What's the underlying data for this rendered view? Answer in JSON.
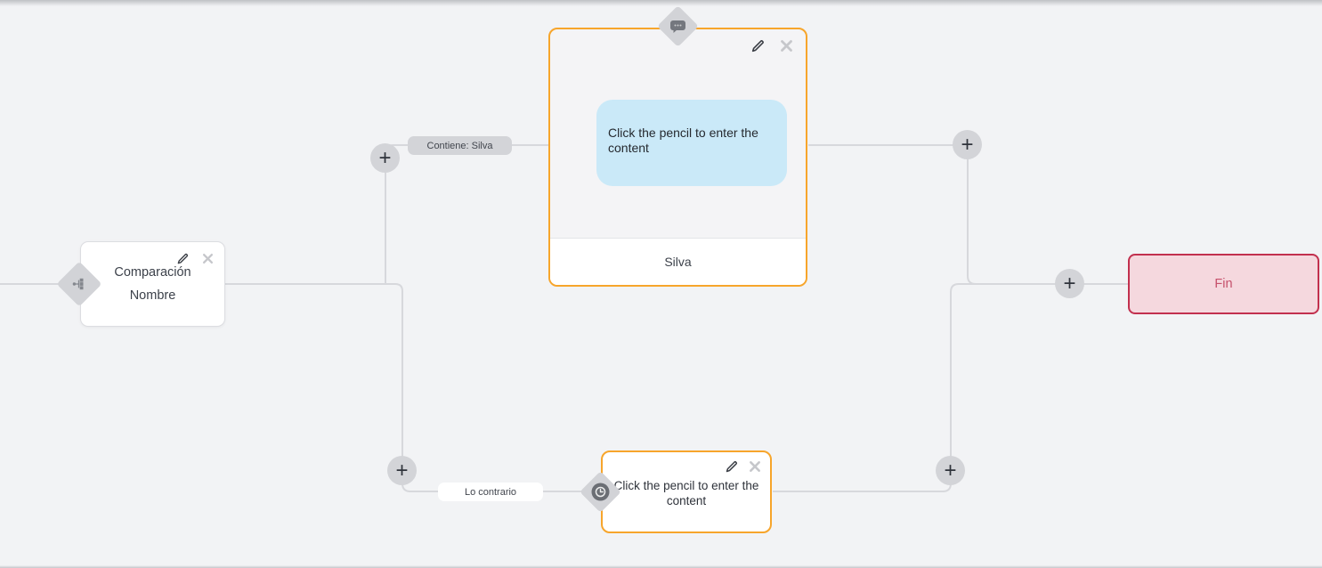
{
  "ui": {
    "plus_symbol": "+"
  },
  "colors": {
    "canvas_background": "#f2f3f5",
    "connector": "#d7d8dc",
    "node_accent_orange": "#f7a52b",
    "end_border": "#c2304e",
    "end_background": "#f5d8de",
    "end_text": "#c5506b",
    "bubble_background": "#cae9f8"
  },
  "nodes": {
    "condition": {
      "type": "condition",
      "line1": "Comparación",
      "line2": "Nombre"
    },
    "message": {
      "type": "message",
      "placeholder": "Click the pencil to enter the content",
      "footer_label": "Silva"
    },
    "delay": {
      "type": "delay",
      "placeholder": "Click the pencil to enter the content"
    },
    "end": {
      "label": "Fin"
    }
  },
  "edges": {
    "match_label": "Contiene: Silva",
    "else_label": "Lo contrario"
  }
}
